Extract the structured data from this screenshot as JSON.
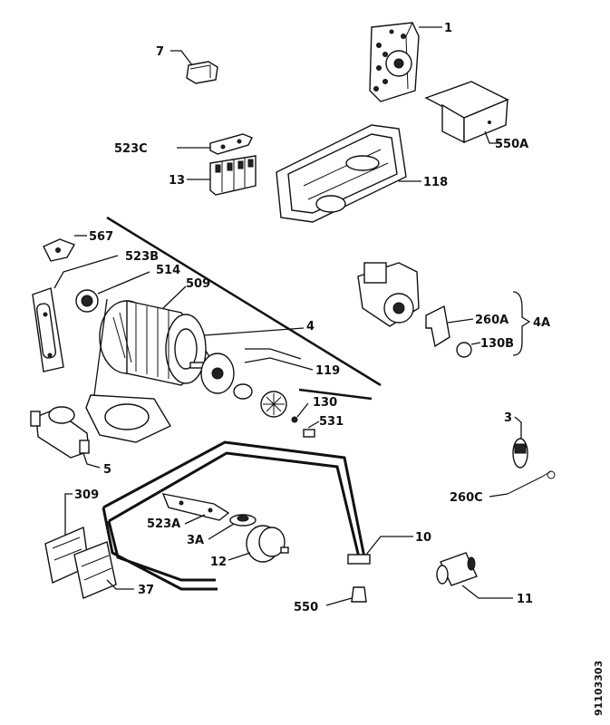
{
  "callouts": {
    "c1": "1",
    "c550A": "550A",
    "c7": "7",
    "c523C": "523C",
    "c13": "13",
    "c118": "118",
    "c567": "567",
    "c523B": "523B",
    "c514": "514",
    "c509": "509",
    "c4": "4",
    "c119": "119",
    "c130": "130",
    "c531": "531",
    "c5": "5",
    "c260A": "260A",
    "c4A": "4A",
    "c130B": "130B",
    "c3": "3",
    "c260C": "260C",
    "c309": "309",
    "c523A": "523A",
    "c3A": "3A",
    "c10": "10",
    "c12": "12",
    "c37": "37",
    "c550": "550",
    "c11": "11"
  },
  "drawing_code": "91103303"
}
